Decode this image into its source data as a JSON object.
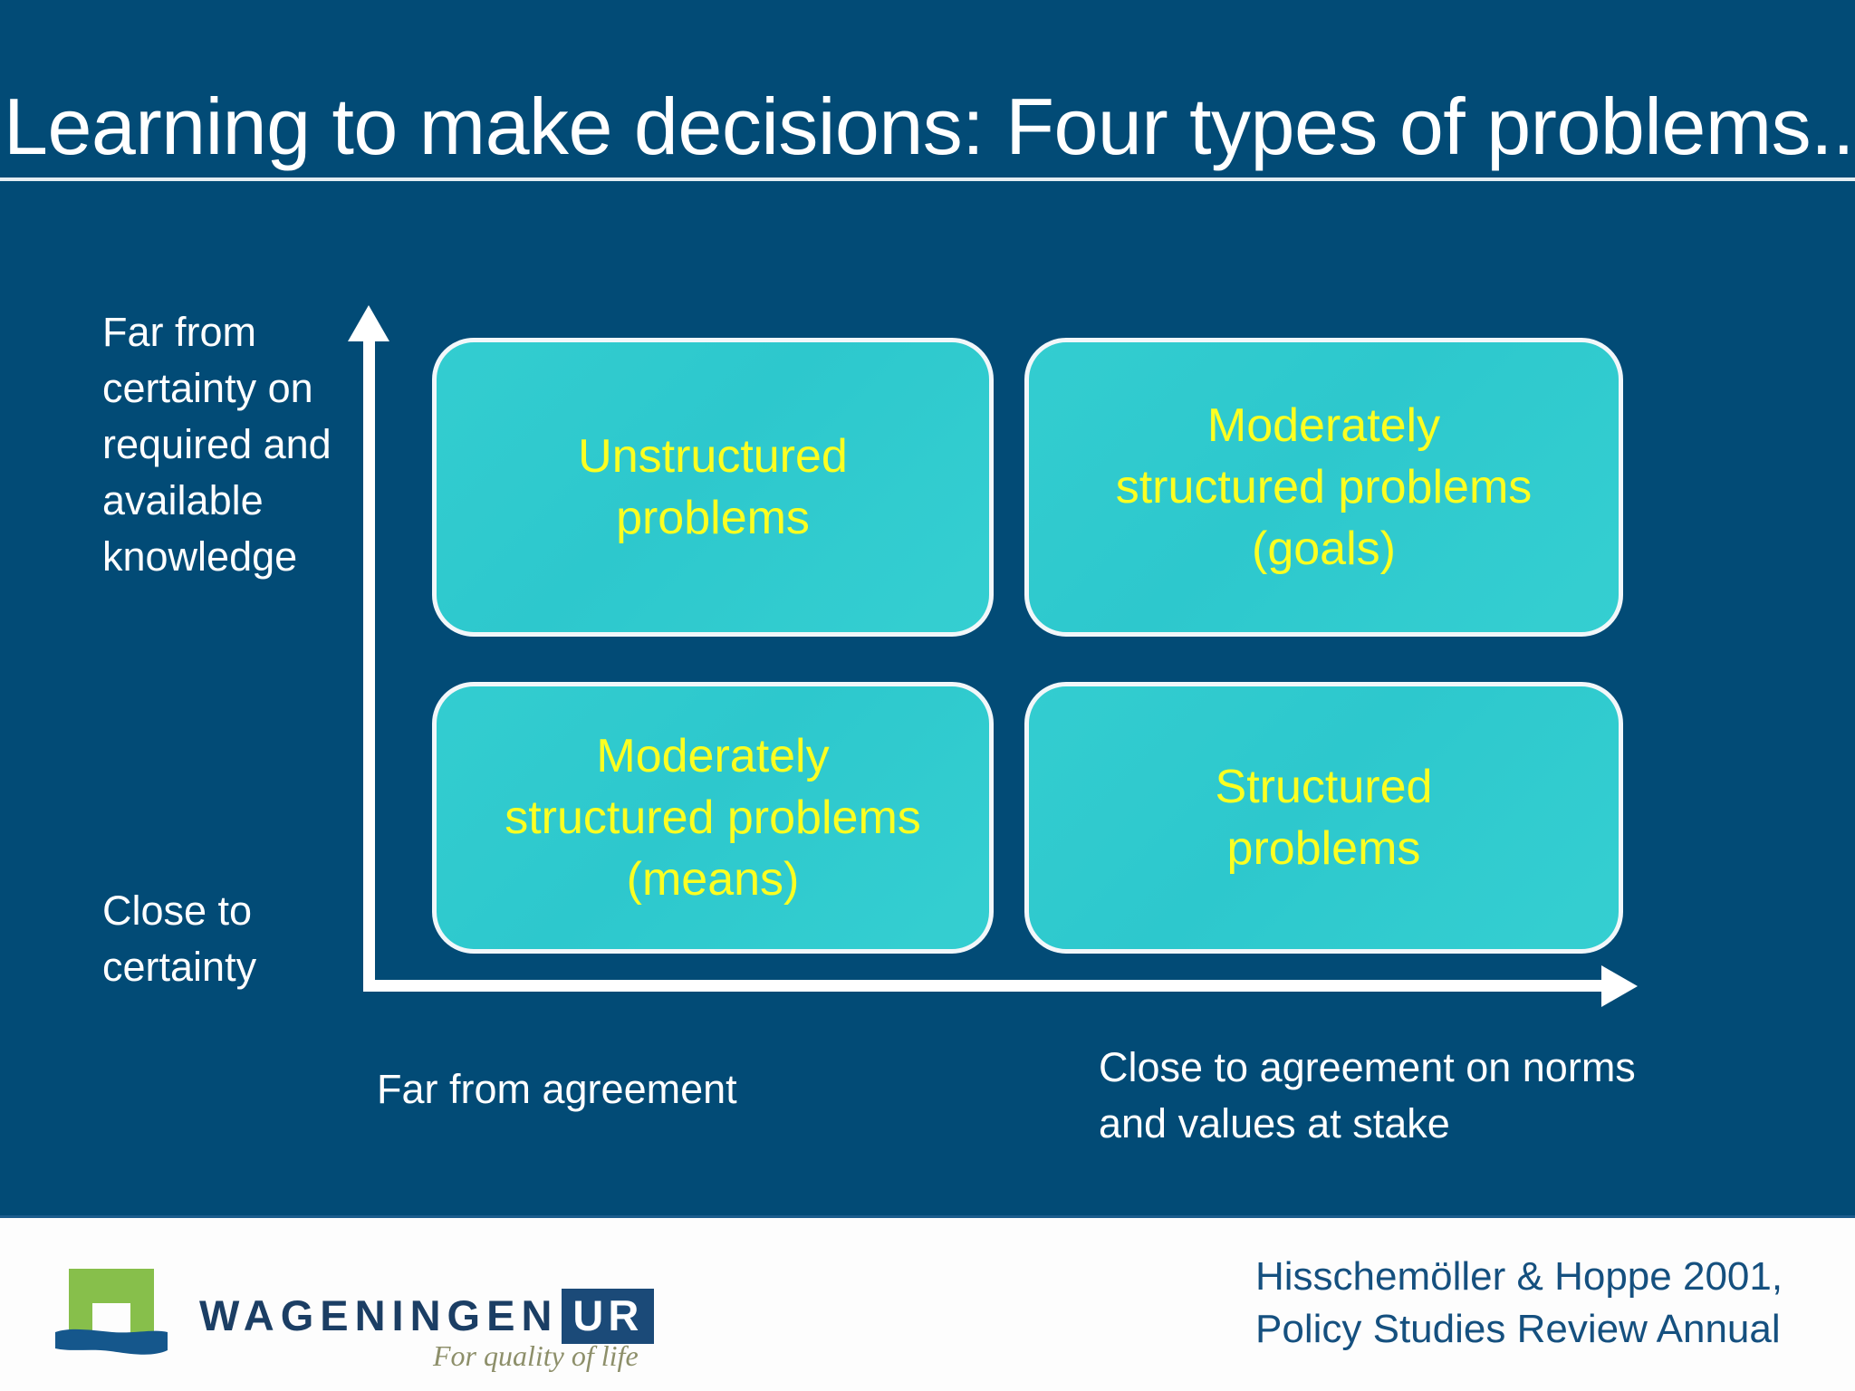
{
  "slide": {
    "title": "Learning to make decisions: Four types of problems..",
    "background_color": "#024b76",
    "title_color": "#ffffff"
  },
  "axes": {
    "y_top_label": "Far from certainty on required and available knowledge",
    "y_bottom_label": "Close to certainty",
    "x_left_label": "Far from agreement",
    "x_right_label": "Close to agreement on norms and values at stake",
    "axis_color": "#ffffff",
    "y_arrow": "arrow-up-icon",
    "x_arrow": "arrow-right-icon"
  },
  "matrix": {
    "box_fill_color": "#2fcbcf",
    "box_border_color": "#f2f7fa",
    "box_text_color": "#fcff21",
    "quadrants": [
      {
        "position": "top-left",
        "label": "Unstructured\nproblems"
      },
      {
        "position": "top-right",
        "label": "Moderately\nstructured problems\n(goals)"
      },
      {
        "position": "bottom-left",
        "label": "Moderately\nstructured problems\n(means)"
      },
      {
        "position": "bottom-right",
        "label": "Structured\nproblems"
      }
    ]
  },
  "footer": {
    "logo": {
      "wordmark": "WAGENINGEN",
      "badge": "UR",
      "tagline": "For quality of life",
      "mark_green": "#87bf4b",
      "mark_blue": "#15578c",
      "wordmark_color": "#1b3e64"
    },
    "citation_line1": "Hisschemöller & Hoppe 2001,",
    "citation_line2": "Policy Studies Review Annual",
    "citation_color": "#15507f",
    "background_color": "#fdfdfd"
  },
  "chart_data": {
    "type": "table",
    "title": "Learning to make decisions: Four types of problems..",
    "xlabel": "Agreement on norms and values at stake",
    "ylabel": "Certainty on required and available knowledge",
    "x_axis_ticks": [
      "Far from agreement",
      "Close to agreement on norms and values at stake"
    ],
    "y_axis_ticks": [
      "Close to certainty",
      "Far from certainty on required and available knowledge"
    ],
    "grid": false,
    "legend": "none",
    "categories": [
      "top-left",
      "top-right",
      "bottom-left",
      "bottom-right"
    ],
    "values": [
      "Unstructured problems",
      "Moderately structured problems (goals)",
      "Moderately structured problems (means)",
      "Structured problems"
    ],
    "annotations": [
      "Hisschemöller & Hoppe 2001, Policy Studies Review Annual"
    ]
  }
}
